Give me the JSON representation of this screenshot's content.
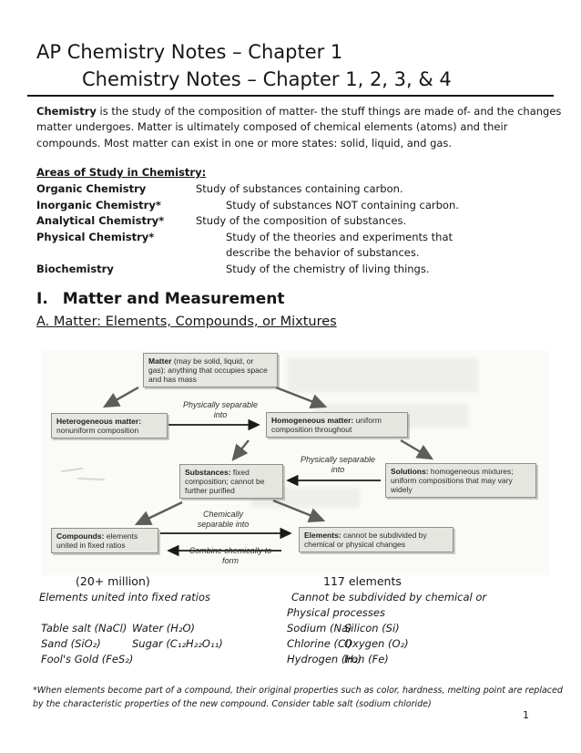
{
  "colors": {
    "page_bg": "#ffffff",
    "text": "#161616",
    "diagram_box_fill": "#e6e6e1",
    "diagram_box_border": "#8f8f8a",
    "diagram_bg": "#fafaf7"
  },
  "header": {
    "title_line1": "AP Chemistry Notes – Chapter 1",
    "title_line2": "Chemistry Notes – Chapter 1, 2, 3, & 4"
  },
  "intro": {
    "lead": "Chemistry",
    "body": " is the study of the composition of matter- the stuff things are made of- and the changes matter undergoes.  Matter is ultimately composed of chemical elements (atoms)  and their compounds.  Most matter can exist in one or more states: solid, liquid, and gas."
  },
  "areas": {
    "heading": "Areas of Study in Chemistry:",
    "rows": [
      {
        "term": "Organic Chemistry",
        "desc": "Study of substances containing carbon."
      },
      {
        "term": "Inorganic Chemistry*",
        "desc": "Study of substances NOT containing carbon."
      },
      {
        "term": "Analytical Chemistry*",
        "desc": "Study of the composition of substances."
      },
      {
        "term": "Physical Chemistry*",
        "desc": "Study of the theories and experiments that"
      },
      {
        "term": "",
        "desc": "describe the behavior of substances."
      },
      {
        "term": "Biochemistry",
        "desc": "Study of the chemistry of living things."
      }
    ]
  },
  "section": {
    "roman": "I.",
    "title": "Matter and Measurement",
    "subtitle": "A. Matter: Elements, Compounds, or Mixtures"
  },
  "diagram": {
    "boxes": {
      "matter": {
        "title": "Matter",
        "rest": " (may be solid, liquid, or gas): anything that occupies space and has mass"
      },
      "heterogeneous": {
        "title": "Heterogeneous matter:",
        "rest": " nonuniform composition"
      },
      "homogeneous": {
        "title": "Homogeneous matter:",
        "rest": " uniform composition throughout"
      },
      "substances": {
        "title": "Substances:",
        "rest": " fixed composition; cannot be further purified"
      },
      "solutions": {
        "title": "Solutions:",
        "rest": " homogeneous mixtures; uniform compositions that may vary widely"
      },
      "compounds": {
        "title": "Compounds:",
        "rest": " elements united in fixed ratios"
      },
      "elements": {
        "title": "Elements:",
        "rest": " cannot be subdivided by chemical or physical changes"
      }
    },
    "labels": {
      "physically": "Physically separable into",
      "chemically": "Chemically separable into",
      "combine": "Combine chemically to form"
    }
  },
  "summary": {
    "left_count": "(20+ million)",
    "right_count": "117 elements",
    "left_caption": "Elements united into fixed ratios",
    "right_caption_line1": "Cannot be subdivided by chemical or",
    "right_caption_line2": "Physical processes",
    "left_rows": [
      [
        "Table salt (NaCl)",
        "Water (H₂O)"
      ],
      [
        "Sand (SiO₂)",
        "Sugar (C₁₂H₂₂O₁₁)"
      ],
      [
        "Fool's Gold (FeS₂)",
        ""
      ]
    ],
    "right_rows": [
      [
        "Sodium (Na)",
        "Silicon (Si)"
      ],
      [
        "Chlorine (Cl)",
        "Oxygen (O₂)"
      ],
      [
        "Hydrogen (H₂)",
        "Iron (Fe)"
      ]
    ]
  },
  "footnote": {
    "text": "*When elements become part of a compound, their original properties such as color, hardness, melting point are replaced by the characteristic properties of the new compound.  Consider table salt (sodium chloride)"
  },
  "page": {
    "number": "1"
  }
}
